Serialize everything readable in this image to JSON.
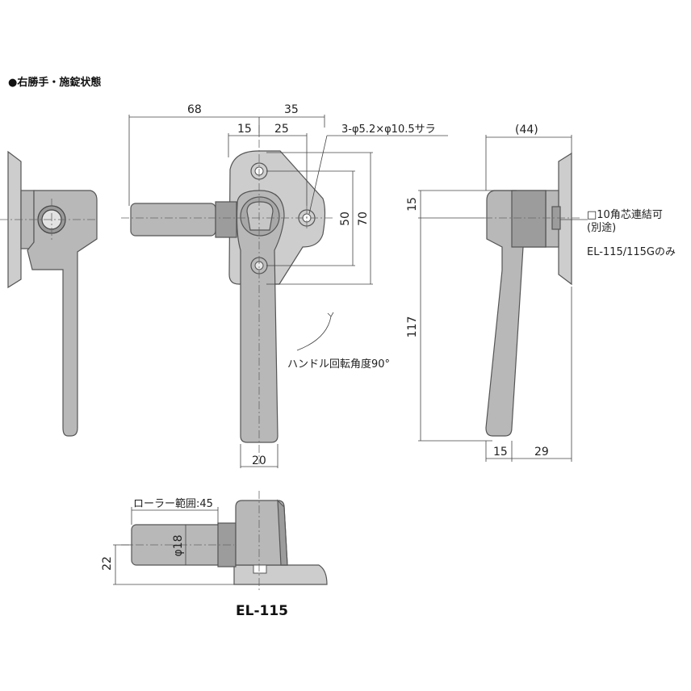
{
  "title": "●右勝手・施錠状態",
  "dimensions": {
    "d68": "68",
    "d35": "35",
    "d15a": "15",
    "d25": "25",
    "screw_note": "3-φ5.2×φ10.5サラ",
    "d50": "50",
    "d70": "70",
    "rotation_note": "ハンドル回転角度90°",
    "d20": "20",
    "d44": "(44)",
    "d15b": "15",
    "d117": "117",
    "d15c": "15",
    "d29": "29",
    "roller_range": "ローラー範囲:45",
    "d18": "φ18",
    "d22": "22"
  },
  "notes": {
    "line1": "□10角芯連結可",
    "line2": "(別途)",
    "line3": "EL-115/115Gのみ"
  },
  "model": "EL-115"
}
